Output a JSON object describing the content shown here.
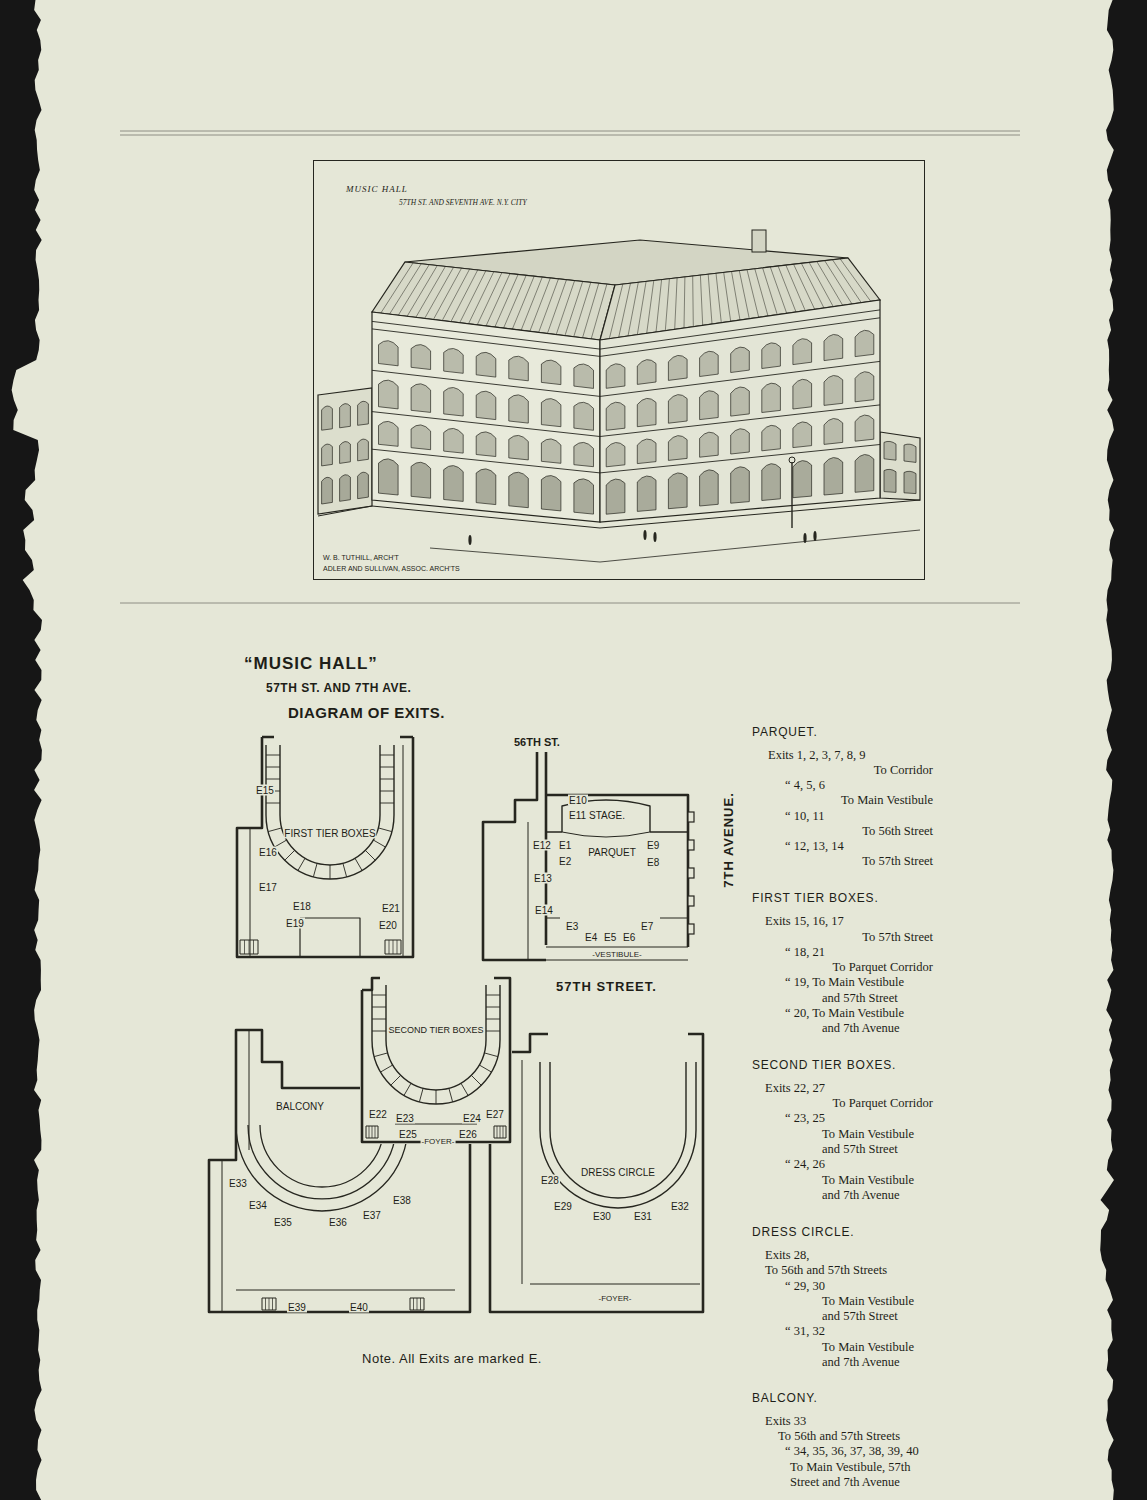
{
  "diagram": {
    "title": "“MUSIC HALL”",
    "caption": "Note. All Exits are marked E.",
    "nodes": [
      {
        "text": [
          "MUSIC HALL",
          "57TH ST. AND SEVENTH AVE. N.Y. CITY",
          "W. B. TUTHILL, ARCH'T",
          "ADLER AND SULLIVAN, ASSOC. ARCH'TS"
        ]
      },
      {
        "text": [
          "FIRST TIER BOXES"
        ]
      },
      {
        "text": [
          "PARQUET"
        ]
      },
      {
        "text": [
          "SECOND TIER BOXES"
        ]
      },
      {
        "text": [
          "BALCONY"
        ]
      },
      {
        "text": [
          "DRESS CIRCLE"
        ]
      }
    ],
    "labels": [
      "57TH ST. AND 7TH AVE.",
      "DIAGRAM OF EXITS.",
      "56TH ST.",
      "7TH AVENUE.",
      "57TH STREET.",
      "STAGE.",
      "-VESTIBULE-",
      "-FOYER-",
      "-FOYER-",
      "E1",
      "E2",
      "E3",
      "E4",
      "E5",
      "E6",
      "E7",
      "E8",
      "E9",
      "E10",
      "E11",
      "E12",
      "E13",
      "E14",
      "E15",
      "E16",
      "E17",
      "E18",
      "E19",
      "E20",
      "E21",
      "E22",
      "E23",
      "E24",
      "E25",
      "E26",
      "E27",
      "E28",
      "E29",
      "E30",
      "E31",
      "E32",
      "E33",
      "E34",
      "E35",
      "E36",
      "E37",
      "E38",
      "E39",
      "E40",
      "PARQUET.",
      "Exits 1, 2, 3, 7, 8, 9",
      "To Corridor",
      "“ 4, 5, 6",
      "To Main Vestibule",
      "“ 10, 11",
      "To 56th Street",
      "“ 12, 13, 14",
      "To 57th Street",
      "FIRST TIER BOXES.",
      "Exits 15, 16, 17",
      "To 57th Street",
      "“ 18, 21",
      "To Parquet Corridor",
      "“ 19, To Main Vestibule",
      "and 57th Street",
      "“ 20, To Main Vestibule",
      "and 7th Avenue",
      "SECOND TIER BOXES.",
      "Exits 22, 27",
      "To Parquet Corridor",
      "“ 23, 25",
      "To Main Vestibule",
      "and 57th Street",
      "“ 24, 26",
      "To Main Vestibule",
      "and 7th Avenue",
      "DRESS CIRCLE.",
      "Exits 28,",
      "To 56th and 57th Streets",
      "“ 29, 30",
      "To Main Vestibule",
      "and 57th Street",
      "“ 31, 32",
      "To Main Vestibule",
      "and 7th Avenue",
      "BALCONY.",
      "Exits 33",
      "To 56th and 57th Streets",
      "“ 34, 35, 36, 37, 38, 39, 40",
      "To Main Vestibule, 57th",
      "Street and 7th Avenue"
    ]
  }
}
